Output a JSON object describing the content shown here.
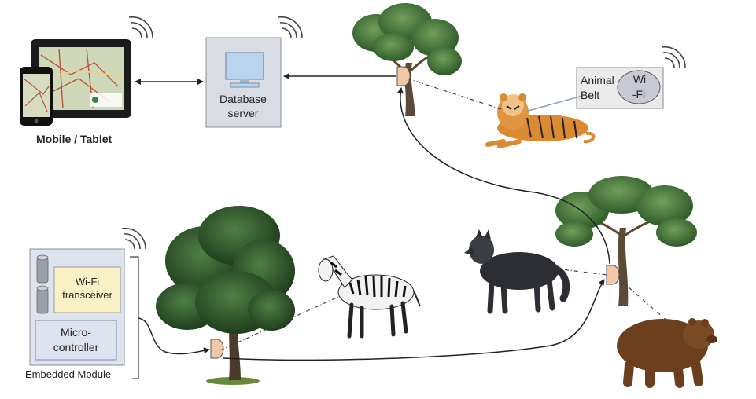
{
  "labels": {
    "mobile_tablet": "Mobile / Tablet",
    "database_server_line1": "Database",
    "database_server_line2": "server",
    "animal_belt_line1": "Animal",
    "animal_belt_line2": "Belt",
    "wifi_line1": "Wi",
    "wifi_line2": "-Fi",
    "wifi_transceiver_line1": "Wi-Fi",
    "wifi_transceiver_line2": "transceiver",
    "microcontroller_line1": "Micro-",
    "microcontroller_line2": "controller",
    "embedded_module": "Embedded Module"
  },
  "icons": [
    "phone-icon",
    "tablet-icon",
    "monitor-icon",
    "tree-icon",
    "tiger-icon",
    "zebra-icon",
    "wolf-icon",
    "bear-icon",
    "antenna-icon",
    "wifi-signal-icon",
    "storage-icon"
  ],
  "colors": {
    "server_box": "#d9dce3",
    "module_box": "#dde3ef",
    "transceiver_fill": "#fbf1c6",
    "belt_fill": "#ebebeb",
    "link_line": "#222222",
    "antenna_fill": "#f2c9a6"
  }
}
